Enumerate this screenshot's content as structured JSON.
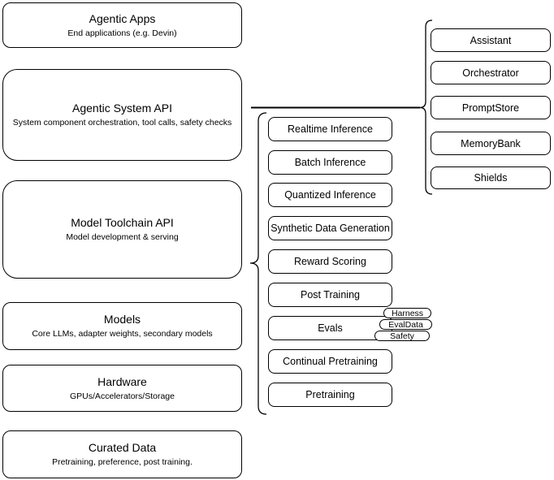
{
  "diagram": {
    "left_stack": [
      {
        "title": "Agentic Apps",
        "subtitle": "End applications (e.g. Devin)"
      },
      {
        "title": "Agentic System API",
        "subtitle": "System component orchestration, tool calls, safety checks"
      },
      {
        "title": "Model Toolchain API",
        "subtitle": "Model development & serving"
      },
      {
        "title": "Models",
        "subtitle": "Core LLMs, adapter weights, secondary models"
      },
      {
        "title": "Hardware",
        "subtitle": "GPUs/Accelerators/Storage"
      },
      {
        "title": "Curated Data",
        "subtitle": "Pretraining, preference, post training."
      }
    ],
    "toolchain_nodes": [
      "Realtime Inference",
      "Batch Inference",
      "Quantized Inference",
      "Synthetic Data Generation",
      "Reward Scoring",
      "Post Training",
      "Evals",
      "Continual Pretraining",
      "Pretraining"
    ],
    "eval_tags": [
      "Harness",
      "EvalData",
      "Safety"
    ],
    "system_nodes": [
      "Assistant",
      "Orchestrator",
      "PromptStore",
      "MemoryBank",
      "Shields"
    ],
    "colors": {
      "stroke": "#000000",
      "background": "#ffffff",
      "text": "#000000"
    }
  }
}
